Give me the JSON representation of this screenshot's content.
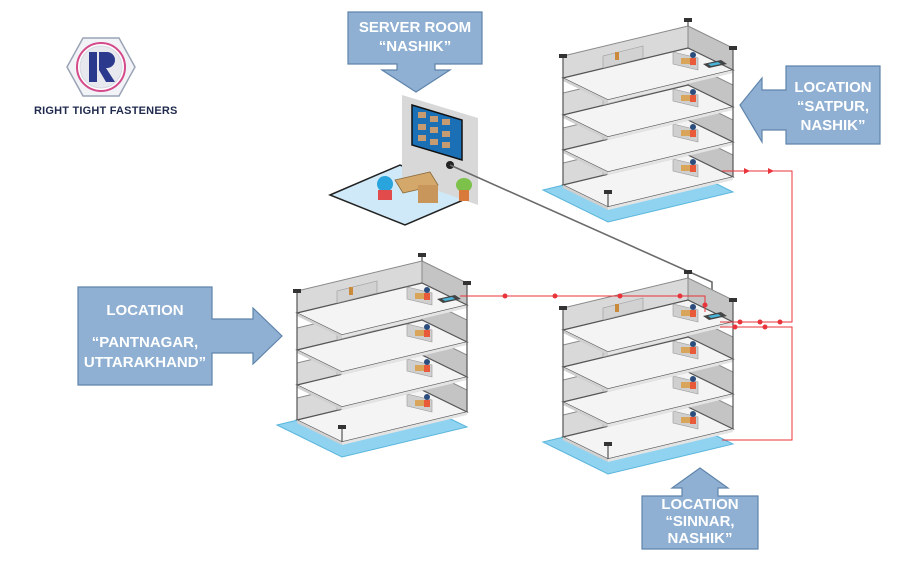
{
  "logo": {
    "letter": "R",
    "company_name": "RIGHT TIGHT FASTENERS",
    "colors": {
      "letter": "#2b3a8c",
      "ring": "#d44a8a",
      "hex": "#9aa3b5"
    }
  },
  "callouts": {
    "server_room": {
      "line1": "SERVER ROOM",
      "line2": "“NASHIK”",
      "arrow_direction": "down"
    },
    "satpur": {
      "line1": "LOCATION",
      "line2": "“SATPUR,",
      "line3": "NASHIK”",
      "arrow_direction": "left"
    },
    "pantnagar": {
      "line1": "LOCATION",
      "line2": "“PANTNAGAR,",
      "line3": "UTTARAKHAND”",
      "arrow_direction": "right"
    },
    "sinnar": {
      "line1": "LOCATION",
      "line2": "“SINNAR,",
      "line3": "NASHIK”",
      "arrow_direction": "up"
    }
  },
  "buildings": [
    {
      "id": "satpur",
      "floors": 4
    },
    {
      "id": "pantnagar",
      "floors": 4
    },
    {
      "id": "sinnar",
      "floors": 4
    }
  ],
  "connections": [
    {
      "from": "server-room",
      "to": "sinnar",
      "type": "network-cable",
      "color": "#666666"
    },
    {
      "from": "pantnagar",
      "to": "sinnar",
      "type": "data-link",
      "color": "#e8343a"
    },
    {
      "from": "satpur",
      "to": "sinnar",
      "type": "data-link",
      "color": "#e8343a"
    }
  ],
  "colors": {
    "callout_fill": "#8fb0d2",
    "callout_border": "#5f84ab",
    "floor_base": "#8fd3f0",
    "link_red": "#e8343a"
  }
}
